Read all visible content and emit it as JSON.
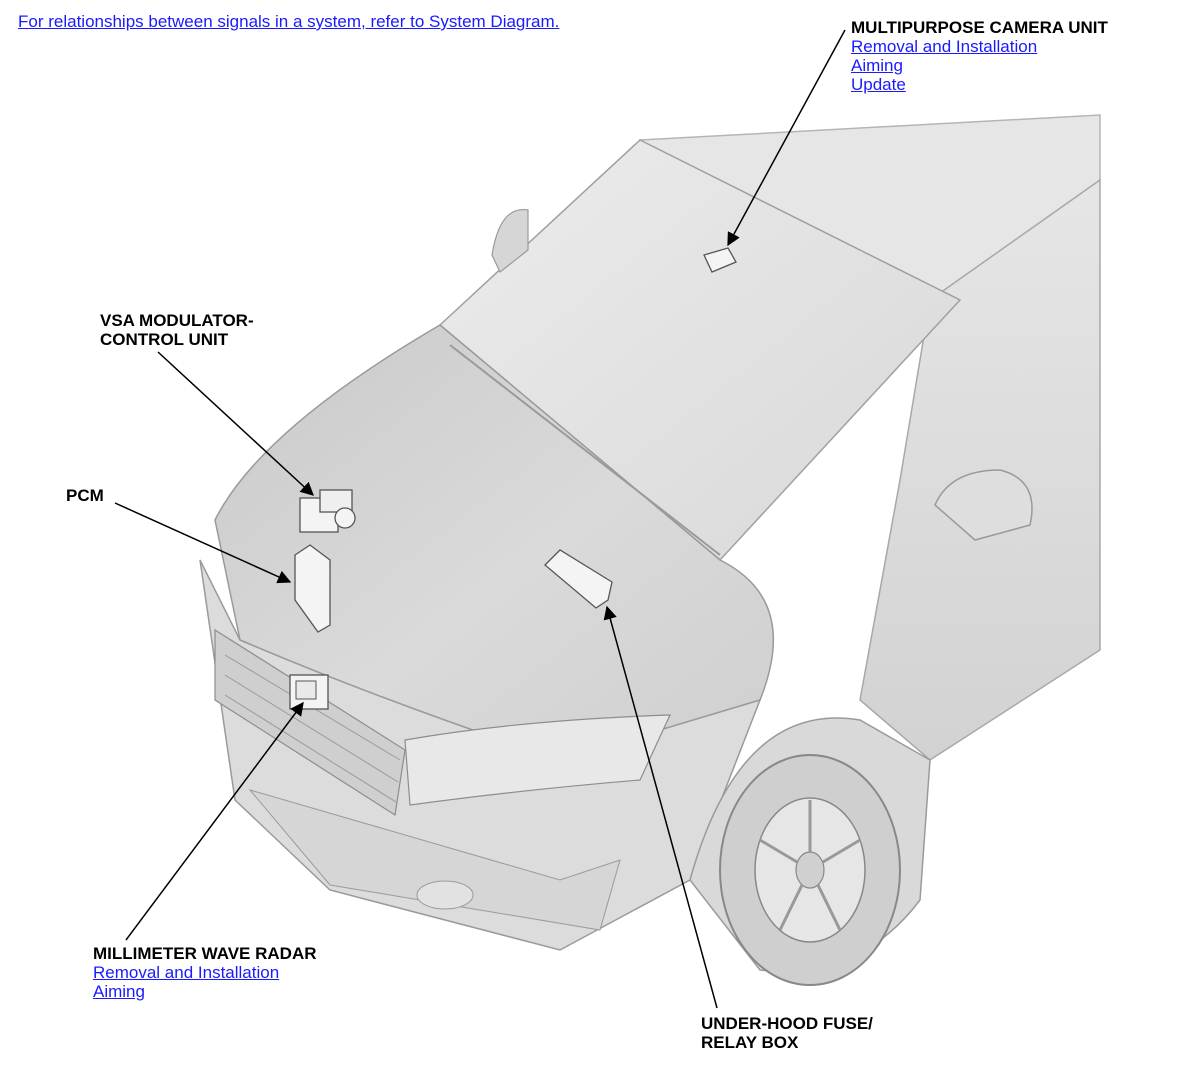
{
  "header": {
    "system_diagram_link": "For relationships between signals in a system, refer to System Diagram."
  },
  "labels": {
    "camera": {
      "title": "MULTIPURPOSE CAMERA UNIT",
      "links": [
        "Removal and Installation",
        "Aiming",
        "Update"
      ]
    },
    "vsa": {
      "line1": "VSA MODULATOR-",
      "line2": "CONTROL UNIT"
    },
    "pcm": {
      "title": "PCM"
    },
    "radar": {
      "title": "MILLIMETER WAVE RADAR",
      "links": [
        "Removal and Installation",
        "Aiming"
      ]
    },
    "fuse": {
      "line1": "UNDER-HOOD FUSE/",
      "line2": "RELAY BOX"
    }
  },
  "colors": {
    "link": "#1a1aff",
    "body_fill": "#e2e2e2",
    "body_stroke": "#9a9a9a",
    "component_fill": "#f4f4f4"
  }
}
